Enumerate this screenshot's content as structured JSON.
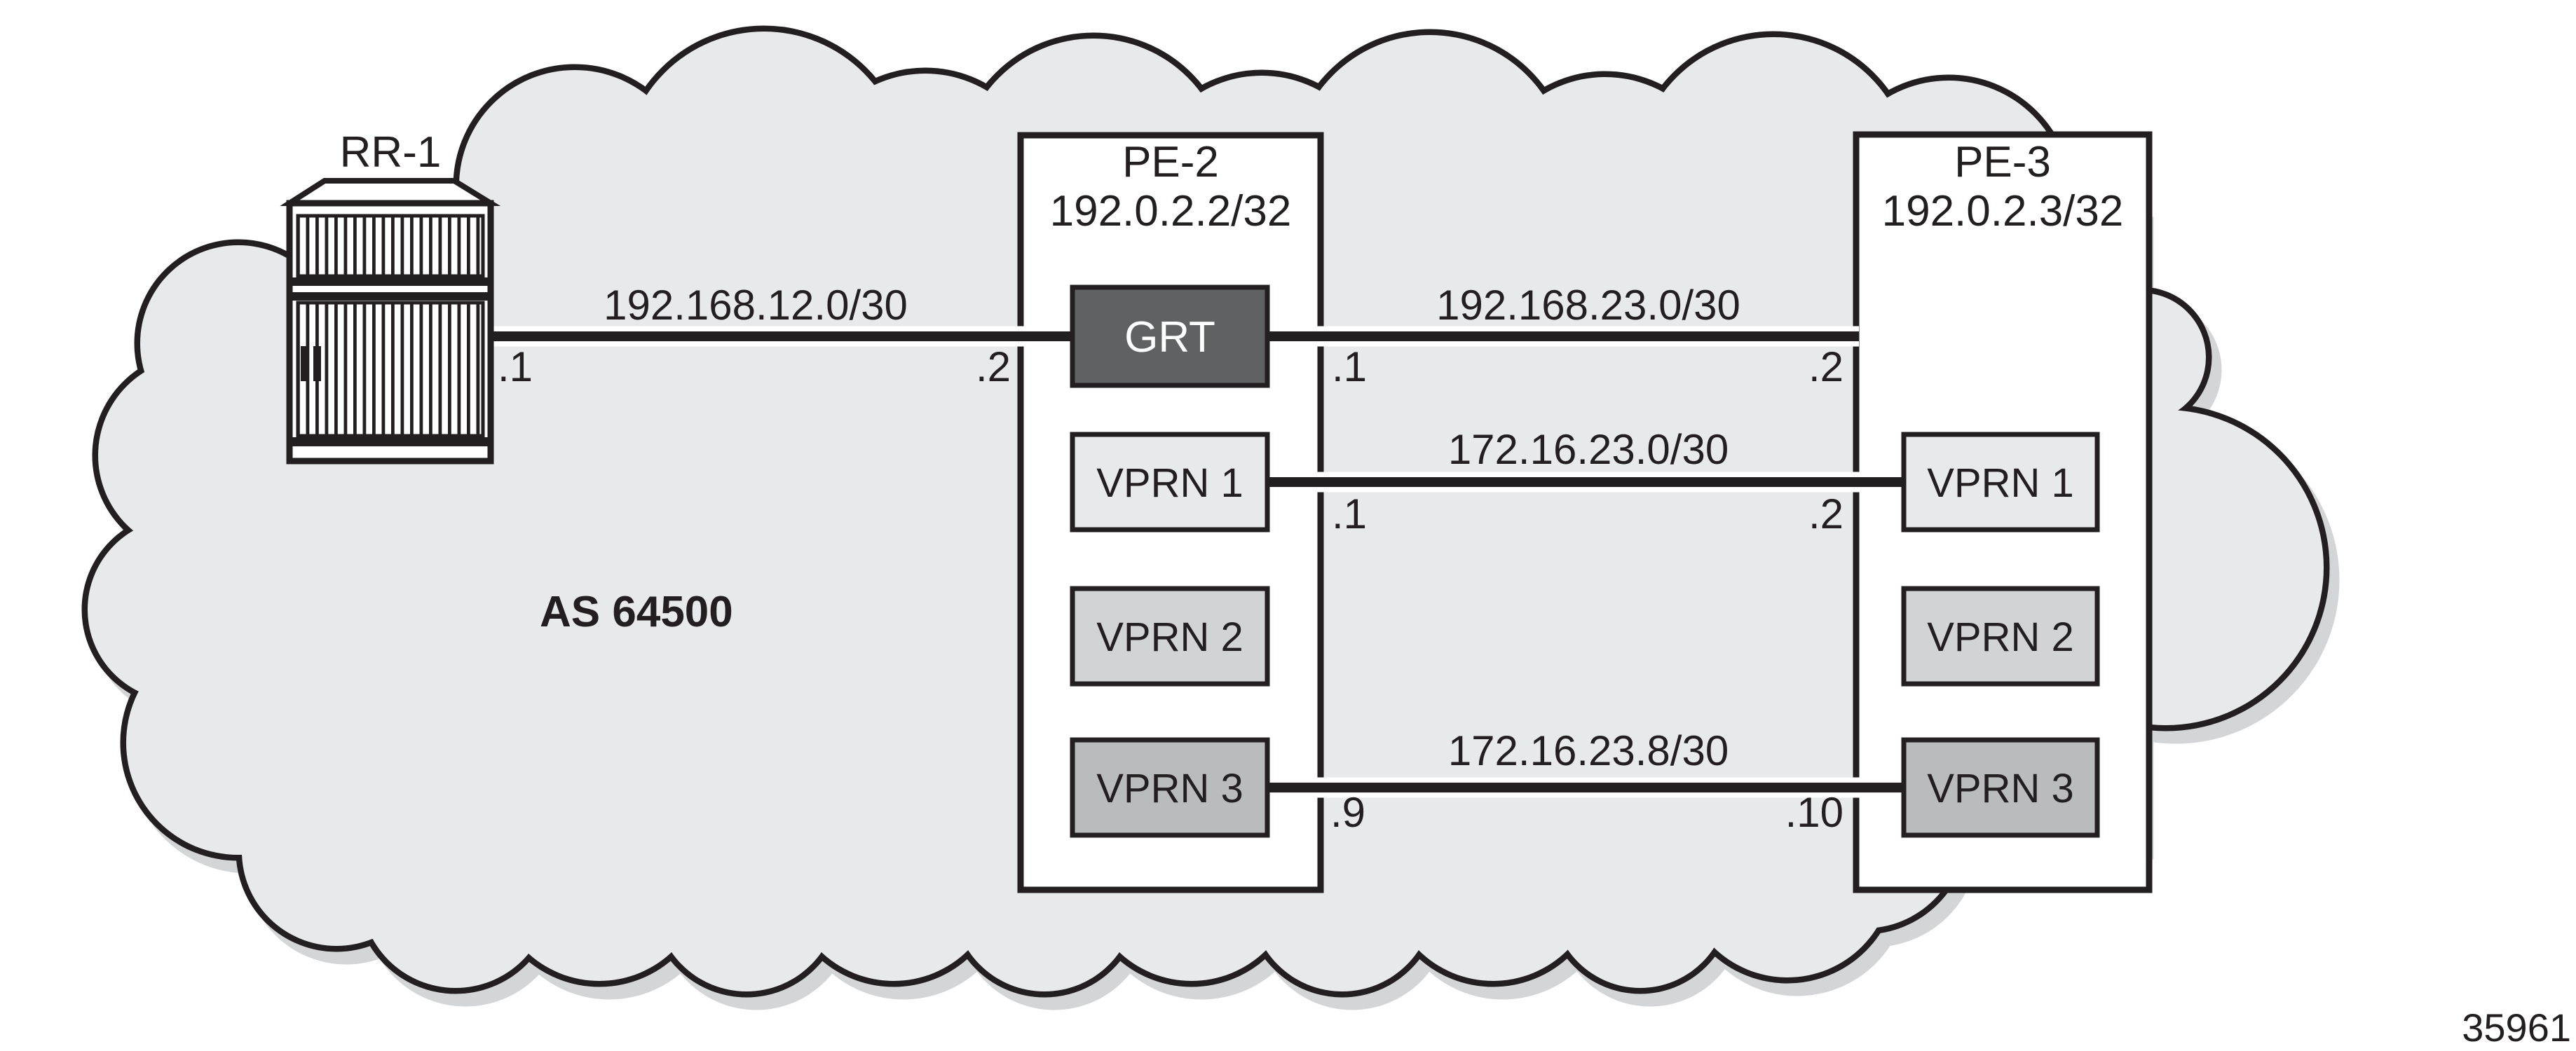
{
  "figure": {
    "number": "35961"
  },
  "cloud": {
    "as_label": "AS 64500"
  },
  "nodes": {
    "rr1": {
      "name": "RR-1"
    },
    "pe2": {
      "name": "PE-2",
      "loopback": "192.0.2.2/32",
      "services": [
        "GRT",
        "VPRN 1",
        "VPRN 2",
        "VPRN 3"
      ]
    },
    "pe3": {
      "name": "PE-3",
      "loopback": "192.0.2.3/32",
      "services": [
        "VPRN 1",
        "VPRN 2",
        "VPRN 3"
      ]
    }
  },
  "links": [
    {
      "subnet": "192.168.12.0/30",
      "left_if": ".1",
      "right_if": ".2"
    },
    {
      "subnet": "192.168.23.0/30",
      "left_if": ".1",
      "right_if": ".2"
    },
    {
      "subnet": "172.16.23.0/30",
      "left_if": ".1",
      "right_if": ".2"
    },
    {
      "subnet": "172.16.23.8/30",
      "left_if": ".9",
      "right_if": ".10"
    }
  ],
  "colors": {
    "ink": "#231f20",
    "cloud_fill": "#e8e9ea",
    "cloud_shadow": "#d4d5d7",
    "box_fill": "#ffffff",
    "grt_fill": "#606163",
    "grt_text": "#ffffff",
    "vprn1_fill": "#e8e9ea",
    "vprn2_fill": "#d2d3d5",
    "vprn3_fill": "#b9bbbd"
  }
}
